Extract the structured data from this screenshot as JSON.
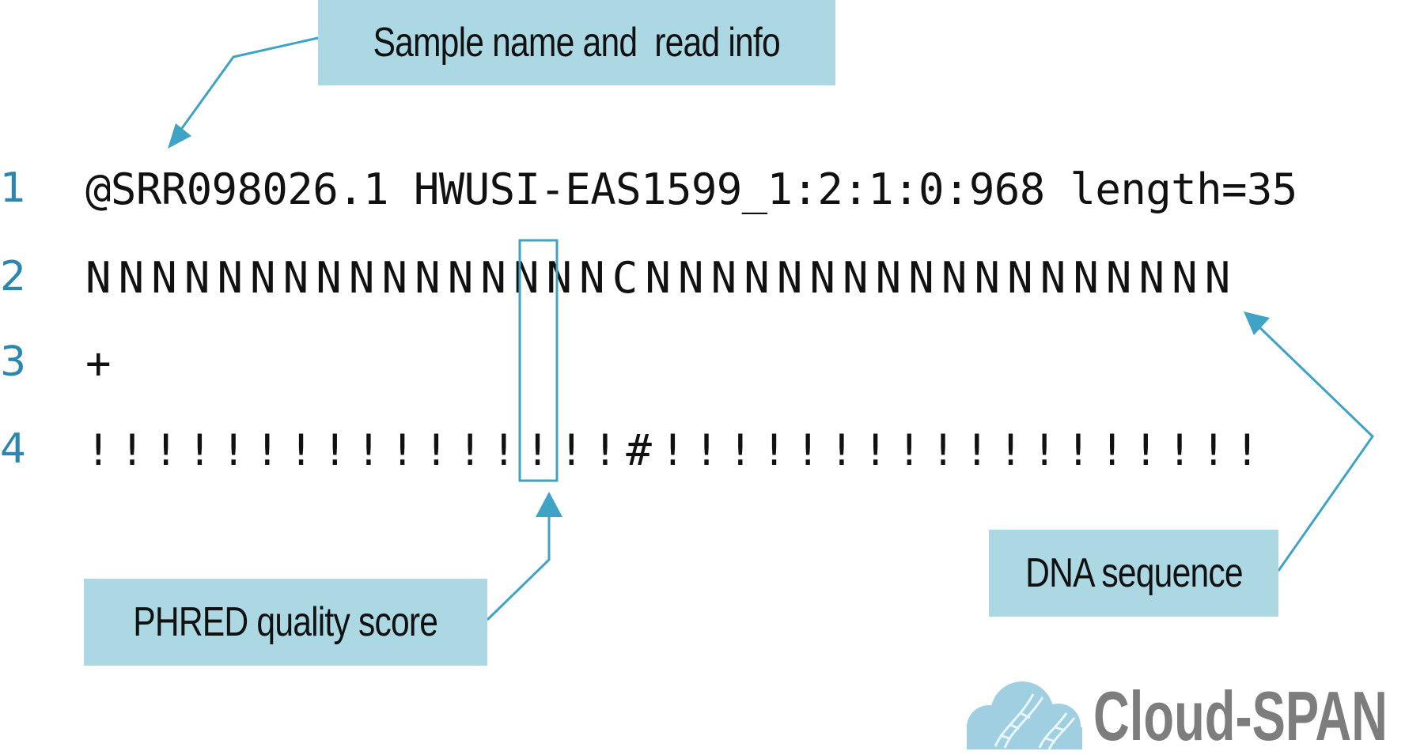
{
  "callouts": {
    "sample_info": "Sample name and  read info",
    "dna_sequence": "DNA sequence",
    "phred_quality": "PHRED quality score"
  },
  "lines": [
    {
      "number": "1",
      "text": "@SRR098026.1 HWUSI-EAS1599_1:2:1:0:968 length=35"
    },
    {
      "number": "2",
      "text": "NNNNNNNNNNNNNNNNCNNNNNNNNNNNNNNNNNN"
    },
    {
      "number": "3",
      "text": "+"
    },
    {
      "number": "4",
      "text": "!!!!!!!!!!!!!!!!#!!!!!!!!!!!!!!!!!!"
    }
  ],
  "logo": {
    "text": "Cloud-SPAN",
    "icon": "dna-cloud-icon"
  },
  "colors": {
    "callout_bg": "#acd8e4",
    "accent": "#3ea3c4",
    "line_numbers": "#2b86b0",
    "logo_text": "#7d7d7d"
  }
}
